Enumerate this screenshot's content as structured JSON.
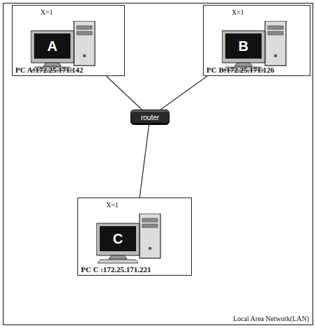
{
  "diagram": {
    "nodes": [
      {
        "text": [
          "Local Area Network(LAN)"
        ]
      },
      {
        "text": [
          "X=1",
          "A",
          "PC A:172.25.171.142"
        ],
        "in": 0
      },
      {
        "text": [
          "X=1",
          "B",
          "PC B:172.25.171.126"
        ],
        "in": 0
      },
      {
        "text": [
          "router"
        ],
        "in": 0
      },
      {
        "text": [
          "X=1",
          "C",
          "PC C :172.25.171.221"
        ],
        "in": 0
      }
    ],
    "edges": [
      {
        "from": 1,
        "to": 3,
        "arrow": "none"
      },
      {
        "from": 2,
        "to": 3,
        "arrow": "none"
      },
      {
        "from": 4,
        "to": 3,
        "arrow": "none"
      }
    ]
  }
}
